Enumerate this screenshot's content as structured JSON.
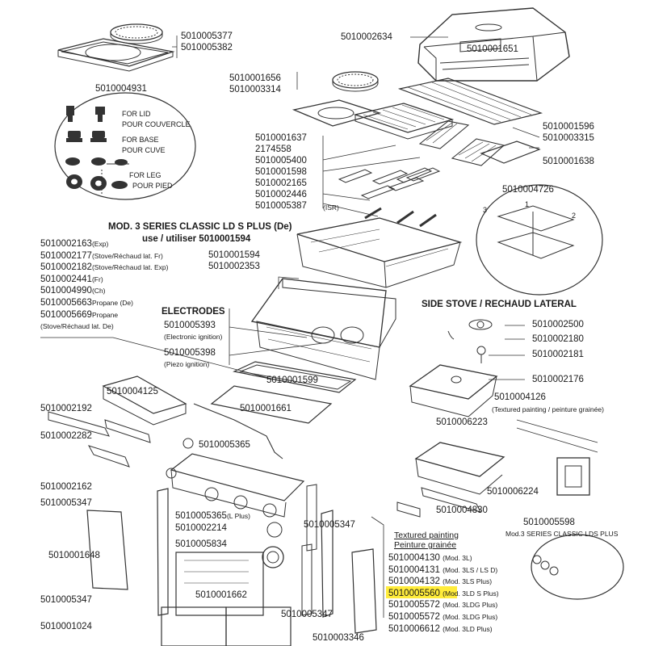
{
  "colors": {
    "line": "#333333",
    "highlight": "#ffec3b",
    "background": "#ffffff"
  },
  "parts_top": {
    "p5377": "5010005377",
    "p5382": "5010005382",
    "p2634": "5010002634",
    "p1651": "5010001651",
    "p4931": "5010004931",
    "p1656": "5010001656",
    "p3314": "5010003314",
    "p1596": "5010001596",
    "p3315": "5010003315",
    "p1637": "5010001637",
    "p2174": "2174558",
    "p5400": "5010005400",
    "p1598": "5010001598",
    "p1638": "5010001638",
    "p2165": "5010002165",
    "p2446": "5010002446",
    "p5387": "5010005387",
    "p5387_note": "(ISR)",
    "p4726": "5010004726"
  },
  "kit": {
    "for_lid": "FOR LID",
    "pour_couvercle": "POUR COUVERCLE",
    "for_base": "FOR BASE",
    "pour_cuve": "POUR CUVE",
    "for_leg": "FOR LEG",
    "pour_pied": "POUR PIED"
  },
  "burner_labels": {
    "n1": "1",
    "n2": "2",
    "n3": "3"
  },
  "mod_title": "MOD. 3 SERIES CLASSIC LD S PLUS (De)",
  "use_line": "use / utiliser 5010001594",
  "body_parts": {
    "p1594": "5010001594",
    "p2353": "5010002353"
  },
  "left_list": [
    {
      "num": "5010002163",
      "note": "(Exp)"
    },
    {
      "num": "5010002177",
      "note": "(Stove/Réchaud lat. Fr)"
    },
    {
      "num": "5010002182",
      "note": "(Stove/Réchaud lat. Exp)"
    },
    {
      "num": "5010002441",
      "note": "(Fr)"
    },
    {
      "num": "5010004990",
      "note": "(Ch)"
    },
    {
      "num": "5010005663",
      "note": "Propane (De)"
    },
    {
      "num": "5010005669",
      "note": "Propane"
    }
  ],
  "left_list_tail": "(Stove/Réchaud lat. De)",
  "electrodes": {
    "title": "ELECTRODES",
    "e1": "5010005393",
    "e1_note": "(Electronic ignition)",
    "e2": "5010005398",
    "e2_note": "(Piezo ignition)"
  },
  "side_stove": {
    "title": "SIDE STOVE / RECHAUD LATERAL",
    "p2500": "5010002500",
    "p2180": "5010002180",
    "p2181": "5010002181",
    "p2176": "5010002176",
    "p4126": "5010004126",
    "p4126_note": "(Textured painting / peinture grainée)",
    "p6223": "5010006223",
    "p6224": "5010006224",
    "p4830": "5010004830",
    "p5598": "5010005598",
    "p5598_note": "Mod.3 SERIES CLASSIC LDS PLUS"
  },
  "lower_parts": {
    "p1599": "5010001599",
    "p4125": "5010004125",
    "p1661": "5010001661",
    "p2192": "5010002192",
    "p2282": "5010002282",
    "p5365": "5010005365",
    "p2162": "5010002162",
    "p5347a": "5010005347",
    "p5365b": "5010005365",
    "p5365b_note": "(L Plus)",
    "p2214": "5010002214",
    "p5834": "5010005834",
    "p5347b": "5010005347",
    "p1648": "5010001648",
    "p5347c": "5010005347",
    "p1662": "5010001662",
    "p5347d": "5010005347",
    "p1024": "5010001024",
    "p3346": "5010003346"
  },
  "textured": {
    "title1": "Textured painting",
    "title2": "Peinture grainée",
    "rows": [
      {
        "num": "5010004130",
        "mod": "(Mod. 3L)"
      },
      {
        "num": "5010004131",
        "mod": "(Mod. 3LS / LS D)"
      },
      {
        "num": "5010004132",
        "mod": "(Mod. 3LS Plus)"
      },
      {
        "num": "5010005560",
        "mod": "(Mod. 3LD S Plus)"
      },
      {
        "num": "5010005572",
        "mod": "(Mod. 3LDG Plus)"
      },
      {
        "num": "5010005572",
        "mod": "(Mod. 3LDG Plus)"
      },
      {
        "num": "5010006612",
        "mod": "(Mod. 3LD Plus)"
      }
    ]
  }
}
